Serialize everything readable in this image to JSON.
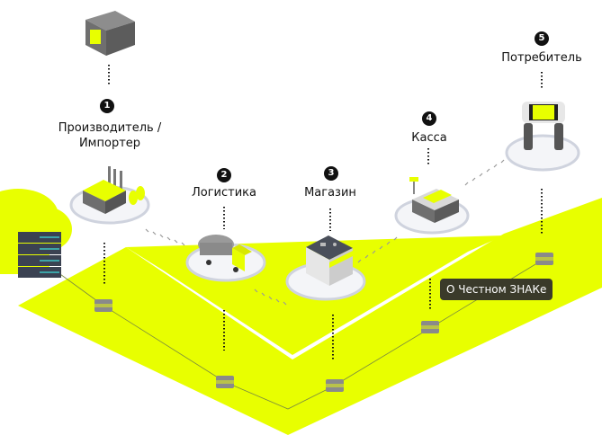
{
  "diagram": {
    "title": "Supply chain with product marking",
    "colors": {
      "accent_yellow": "#e8ff00",
      "dark": "#111111",
      "tooltip_bg": "#3a3a2a",
      "platform": "#e6e8ee",
      "server": "#3b4252"
    },
    "steps": [
      {
        "number": "1",
        "label_line1": "Производитель /",
        "label_line2": "Импортер",
        "icon": "factory-icon"
      },
      {
        "number": "2",
        "label_line1": "Логистика",
        "label_line2": "",
        "icon": "truck-icon"
      },
      {
        "number": "3",
        "label_line1": "Магазин",
        "label_line2": "",
        "icon": "store-icon"
      },
      {
        "number": "4",
        "label_line1": "Касса",
        "label_line2": "",
        "icon": "cash-register-icon"
      },
      {
        "number": "5",
        "label_line1": "Потребитель",
        "label_line2": "",
        "icon": "phone-scan-icon"
      }
    ],
    "top_item": "package-box-icon",
    "tooltip": "О Честном ЗНАКе"
  }
}
